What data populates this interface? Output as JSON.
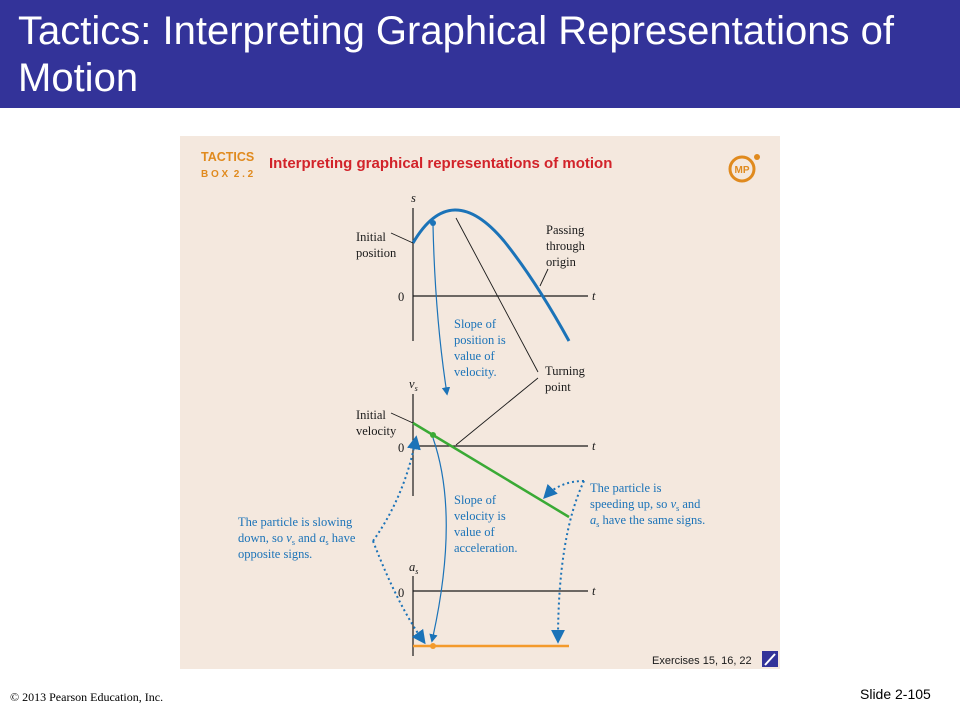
{
  "slide": {
    "title": "Tactics: Interpreting Graphical Representations of Motion",
    "copyright": "© 2013 Pearson Education, Inc.",
    "slide_number": "Slide 2-105"
  },
  "box": {
    "tactics_label": "TACTICS",
    "box_number": "B O X  2 . 2",
    "heading": "Interpreting graphical representations of motion",
    "mp_badge": "MP",
    "exercises": "Exercises 15, 16, 22"
  },
  "graphs": {
    "position": {
      "axis": "s",
      "time": "t",
      "zero": "0"
    },
    "velocity": {
      "axis": "v",
      "axis_sub": "s",
      "time": "t",
      "zero": "0"
    },
    "acceleration": {
      "axis": "a",
      "axis_sub": "s",
      "time": "t",
      "zero": "0"
    }
  },
  "annotations": {
    "initial_position": [
      "Initial",
      "position"
    ],
    "passing_origin": [
      "Passing",
      "through",
      "origin"
    ],
    "slope_position": [
      "Slope of",
      "position is",
      "value of",
      "velocity."
    ],
    "turning_point": [
      "Turning",
      "point"
    ],
    "initial_velocity": [
      "Initial",
      "velocity"
    ],
    "slope_velocity": [
      "Slope of",
      "velocity is",
      "value of",
      "acceleration."
    ],
    "slowing_down": {
      "line1": "The particle is slowing",
      "line2_a": "down, so ",
      "v": "v",
      "s1": "s",
      "line2_b": " and ",
      "a": "a",
      "s2": "s",
      "line2_c": " have",
      "line3": "opposite signs."
    },
    "speeding_up": {
      "line1": "The particle is",
      "line2_a": "speeding up, so ",
      "v": "v",
      "s1": "s",
      "line2_b": " and",
      "a": "a",
      "s2": "s",
      "line3_b": " have the same signs."
    }
  },
  "colors": {
    "header": "#333399",
    "panel": "#f4e8de",
    "position_curve": "#1b73b8",
    "velocity_line": "#3aaa35",
    "acceleration_line": "#f39a2c",
    "heading": "#d2232a",
    "tactics": "#e08a1e"
  }
}
